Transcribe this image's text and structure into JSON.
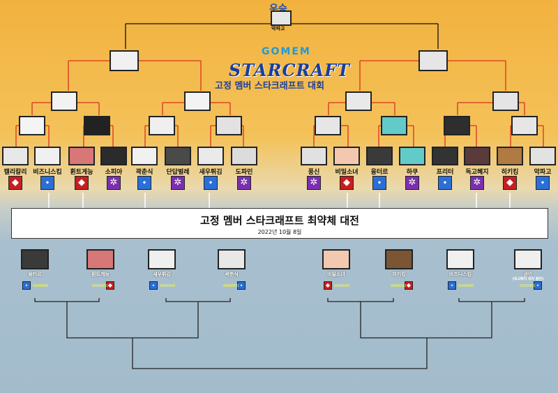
{
  "header": {
    "winner_label": "우승",
    "winner_name": "악파고"
  },
  "logo": {
    "line1": "GOMEM",
    "line2": "STARCRAFT",
    "line3": "고정 멤버 스타크래프트 대회"
  },
  "banner": {
    "title": "고정 멤버 스타크래프트 최약체 대전",
    "date": "2022년 10월 8일"
  },
  "bracket_top": {
    "players": [
      {
        "name": "캘리칼리",
        "race": "protoss"
      },
      {
        "name": "비즈니스킴",
        "race": "terran"
      },
      {
        "name": "휜트게능",
        "race": "protoss"
      },
      {
        "name": "소피아",
        "race": "zerg"
      },
      {
        "name": "곽춘식",
        "race": "terran"
      },
      {
        "name": "단답벌레",
        "race": "zerg"
      },
      {
        "name": "새우튀김",
        "race": "terran"
      },
      {
        "name": "도파민",
        "race": "zerg"
      },
      {
        "name": "풍신",
        "race": "zerg"
      },
      {
        "name": "비밀소녀",
        "race": "protoss"
      },
      {
        "name": "융터르",
        "race": "terran"
      },
      {
        "name": "하쿠",
        "race": "zerg"
      },
      {
        "name": "프리터",
        "race": "terran"
      },
      {
        "name": "독고혜지",
        "race": "zerg"
      },
      {
        "name": "히키킹",
        "race": "protoss"
      },
      {
        "name": "악파고",
        "race": "terran"
      }
    ]
  },
  "bracket_bottom": {
    "players": [
      {
        "name": "융터르",
        "race": "terran",
        "tag": "0000000"
      },
      {
        "name": "휜트게능",
        "race": "protoss",
        "tag": "0000000"
      },
      {
        "name": "새우튀김",
        "race": "terran",
        "tag": "0000000"
      },
      {
        "name": "곽춘식",
        "race": "terran",
        "tag": "0000000"
      },
      {
        "name": "비밀소녀",
        "race": "protoss",
        "tag": "0000000"
      },
      {
        "name": "히키킹",
        "race": "protoss",
        "tag": "0000000"
      },
      {
        "name": "비즈니스킴",
        "race": "terran",
        "tag": "0000000"
      },
      {
        "name": "권민",
        "note": "(독고혜지 대리 출전)",
        "race": "terran",
        "tag": "0000000"
      }
    ]
  },
  "colors": {
    "terran": "#2a6fd8",
    "zerg": "#7b2fb0",
    "protoss": "#c81e1e",
    "win_line": "#d8321e"
  }
}
